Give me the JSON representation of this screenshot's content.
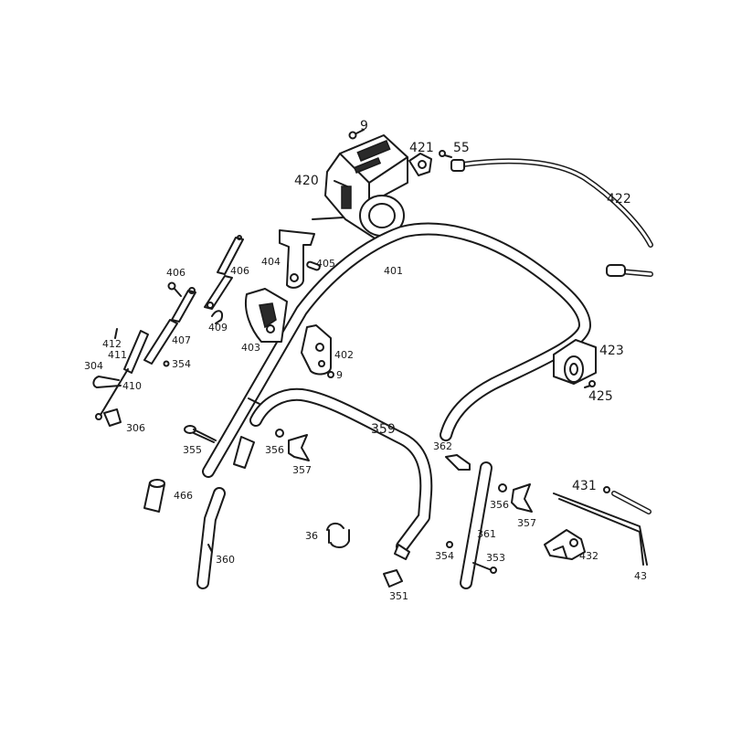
{
  "diagram": {
    "labels": {
      "p9_top": "9",
      "p421": "421",
      "p55": "55",
      "p420": "420",
      "p422": "422",
      "p404": "404",
      "p405": "405",
      "p401": "401",
      "p406a": "406",
      "p406b": "406",
      "p409": "409",
      "p403": "403",
      "p402": "402",
      "p9_mid": "9",
      "p423": "423",
      "p425": "425",
      "p412": "412",
      "p411": "411",
      "p407": "407",
      "p354a": "354",
      "p304": "304",
      "p410": "410",
      "p306": "306",
      "p359": "359",
      "p362": "362",
      "p355": "355",
      "p356a": "356",
      "p357a": "357",
      "p466": "466",
      "p431": "431",
      "p356b": "356",
      "p357b": "357",
      "p360": "360",
      "p36": "36",
      "p361": "361",
      "p432": "432",
      "p354b": "354",
      "p353": "353",
      "p351": "351",
      "p43x": "43"
    }
  }
}
